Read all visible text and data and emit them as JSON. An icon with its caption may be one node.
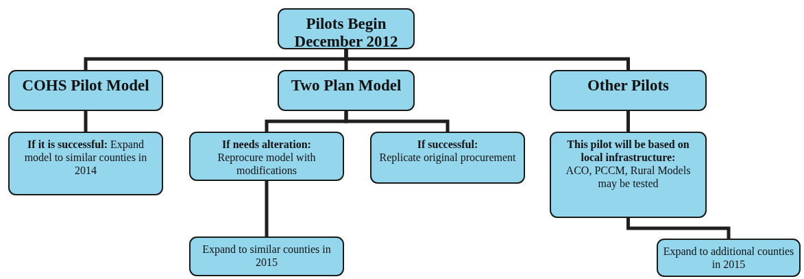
{
  "diagram": {
    "nodes": [
      {
        "text": [
          "Pilots Begin December 2012"
        ]
      },
      {
        "text": [
          "COHS Pilot Model"
        ]
      },
      {
        "text": [
          "Two Plan Model"
        ]
      },
      {
        "text": [
          "Other Pilots"
        ]
      },
      {
        "text": [
          "**If it is successful:**  Expand model to similar counties in 2014"
        ]
      },
      {
        "text": [
          "If needs alteration:",
          "Reprocure model with modifications"
        ]
      },
      {
        "text": [
          "If successful:",
          "Replicate original procurement"
        ]
      },
      {
        "text": [
          "This pilot will be based on local infrastructure:",
          "ACO, PCCM, Rural Models may be tested"
        ]
      },
      {
        "text": [
          "Expand to similar counties in 2015"
        ]
      },
      {
        "text": [
          "Expand to additional counties in 2015"
        ]
      }
    ],
    "edges": [
      {
        "from": 0,
        "to": 1,
        "arrow": "none"
      },
      {
        "from": 0,
        "to": 2,
        "arrow": "none"
      },
      {
        "from": 0,
        "to": 3,
        "arrow": "none"
      },
      {
        "from": 1,
        "to": 4,
        "arrow": "none"
      },
      {
        "from": 2,
        "to": 5,
        "arrow": "none"
      },
      {
        "from": 2,
        "to": 6,
        "arrow": "none"
      },
      {
        "from": 3,
        "to": 7,
        "arrow": "none"
      },
      {
        "from": 5,
        "to": 8,
        "arrow": "none"
      },
      {
        "from": 7,
        "to": 9,
        "arrow": "none"
      }
    ]
  }
}
